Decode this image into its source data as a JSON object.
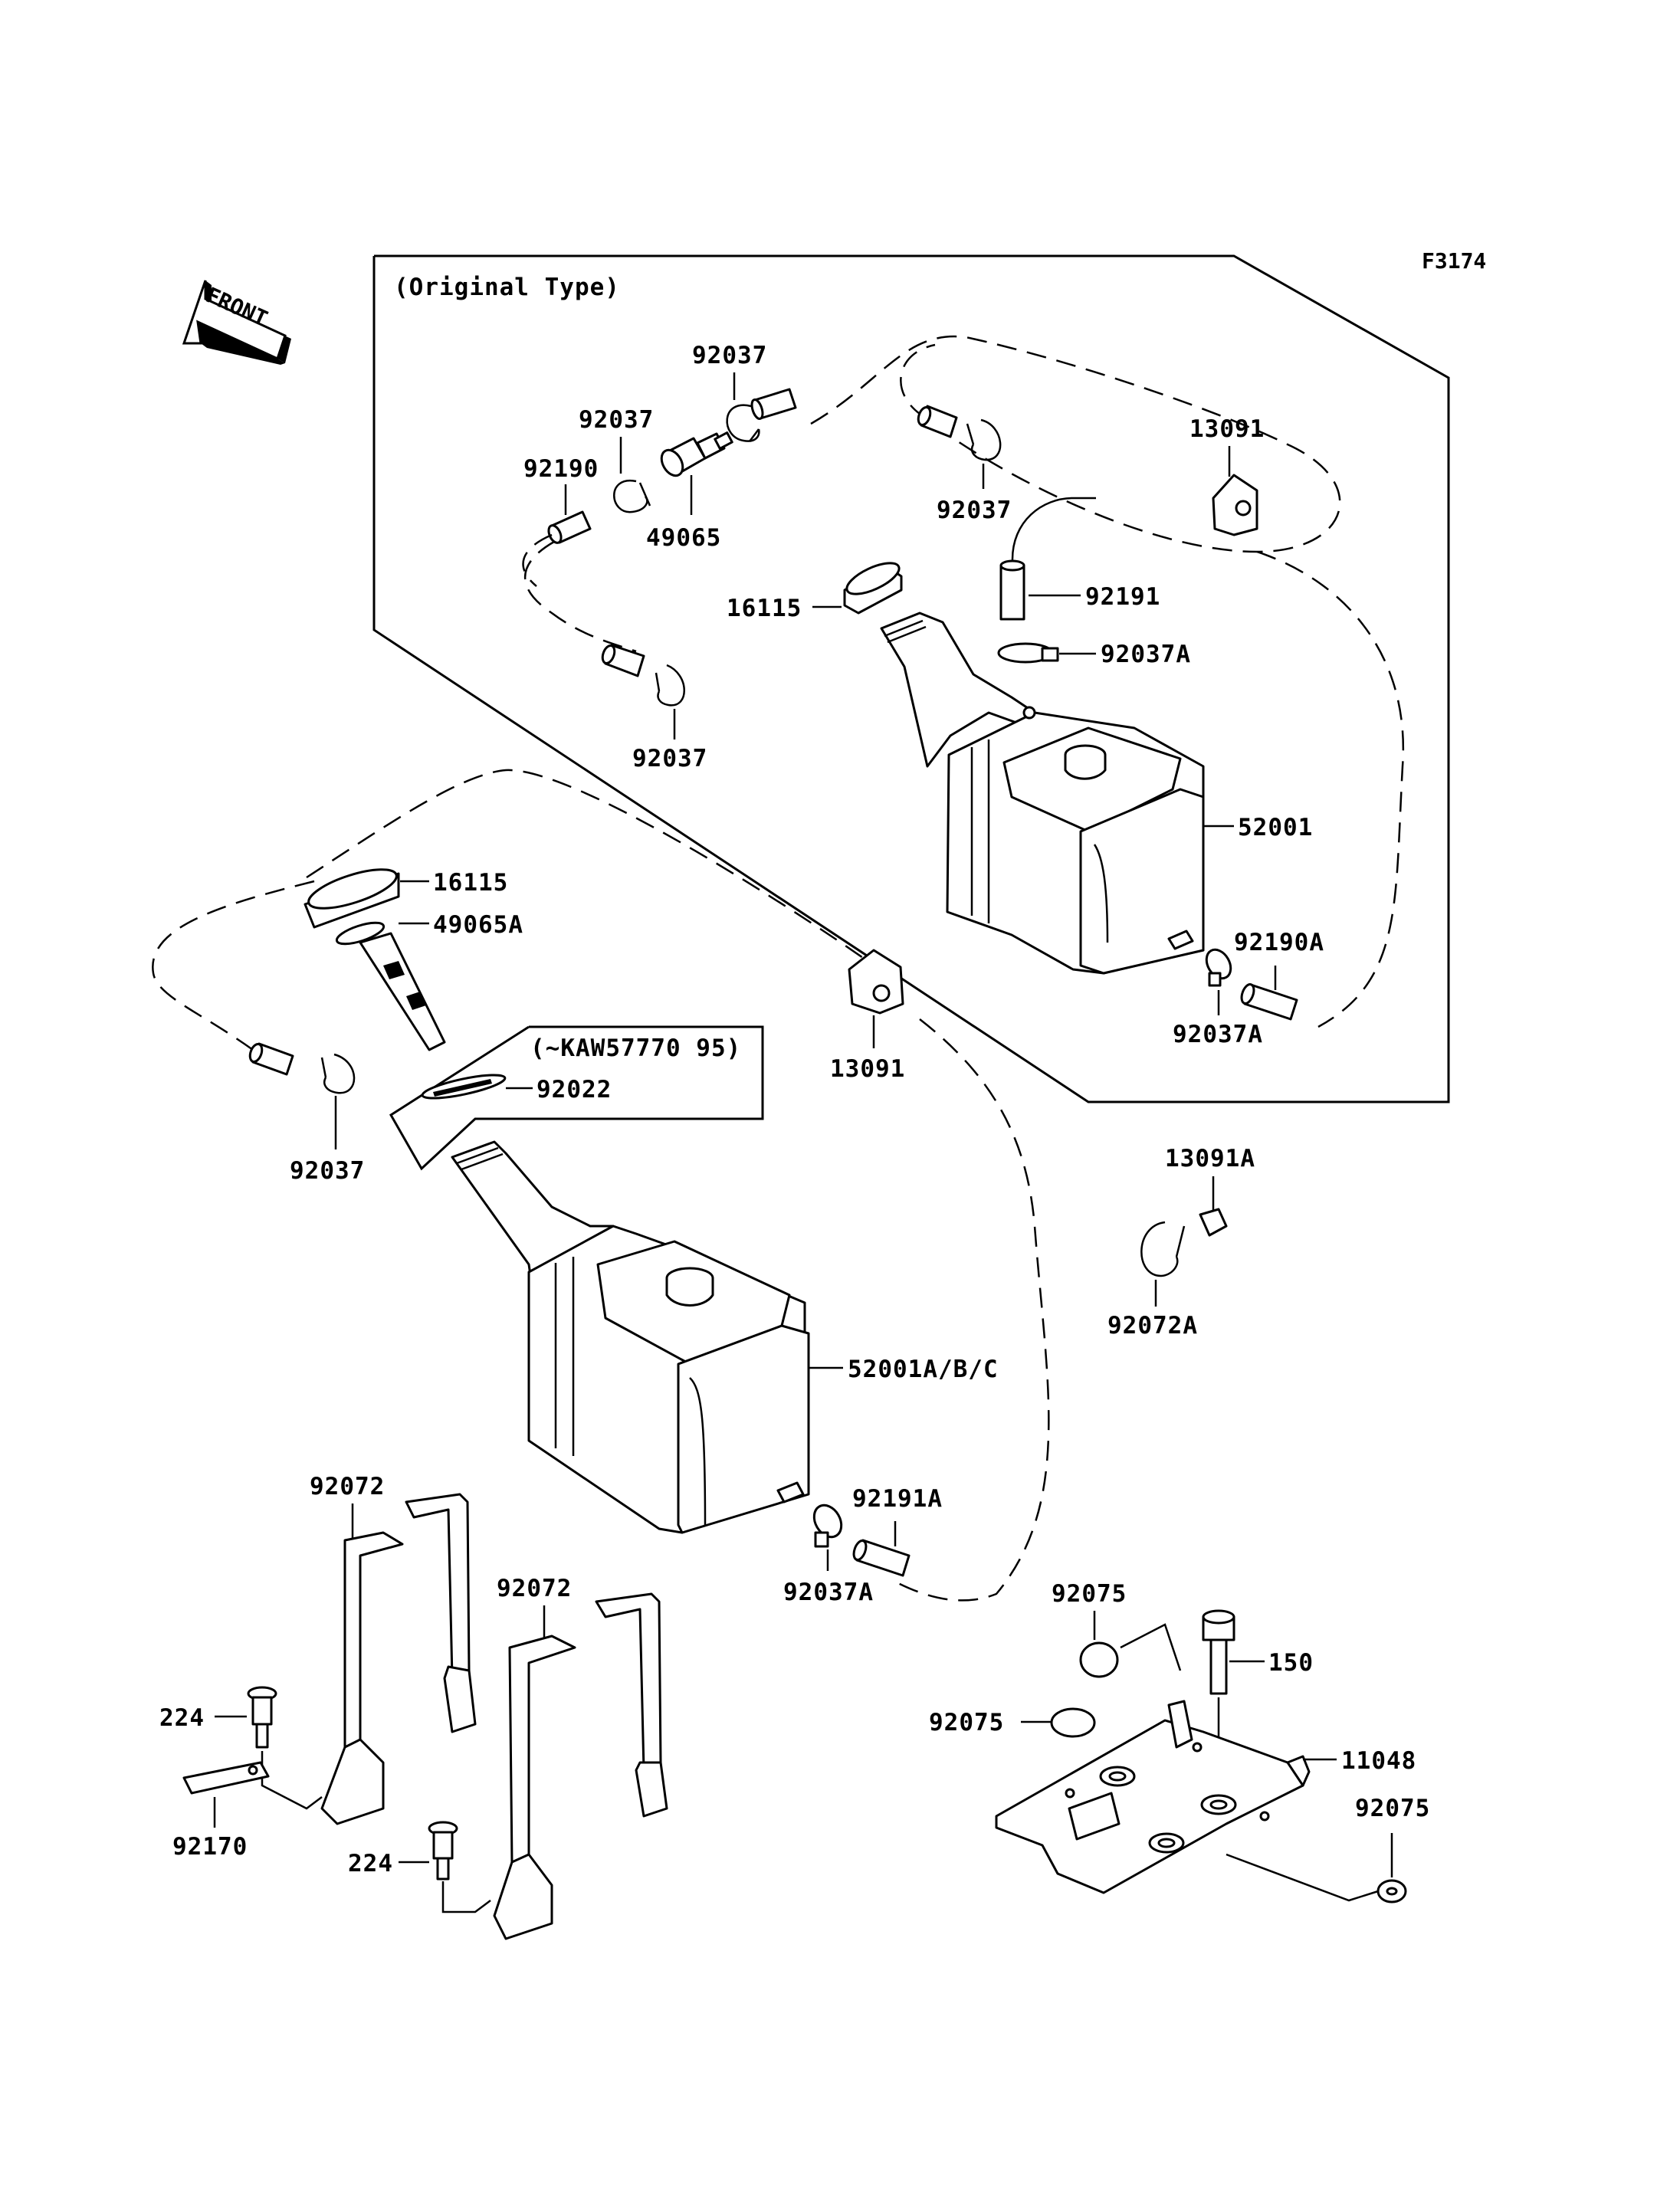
{
  "figure_code": "F3174",
  "front_arrow_label": "FRONT",
  "original_type": {
    "heading": "(Original Type)",
    "parts": {
      "hose_clamp_top": "92037",
      "hose_clamp_left_top": "92037",
      "hose_left": "92190",
      "check_valve": "49065",
      "hose_clamp_mid": "92037",
      "grommet": "13091",
      "cap": "16115",
      "hose_right": "92191",
      "clamp_right": "92037A",
      "hose_clamp_bottom": "92037",
      "tank": "52001",
      "hose_outlet": "92190A",
      "clamp_outlet": "92037A"
    }
  },
  "current_type": {
    "cap": "16115",
    "filler": "49065A",
    "grommet": "13091",
    "hose_clamp": "92037",
    "serial_note": "(~KAW57770 95)",
    "gasket": "92022",
    "tank": "52001A/B/C",
    "hose_outlet": "92191A",
    "clamp_outlet": "92037A",
    "grommet_small": "13091A",
    "clamp_small": "92072A"
  },
  "mounting": {
    "band_left": "92072",
    "band_right": "92072",
    "bolt_left": "224",
    "pad": "92170",
    "bolt_right": "224",
    "plug_top": "92075",
    "plug_mid": "92075",
    "bolt": "150",
    "bracket": "11048",
    "washer": "92075"
  }
}
